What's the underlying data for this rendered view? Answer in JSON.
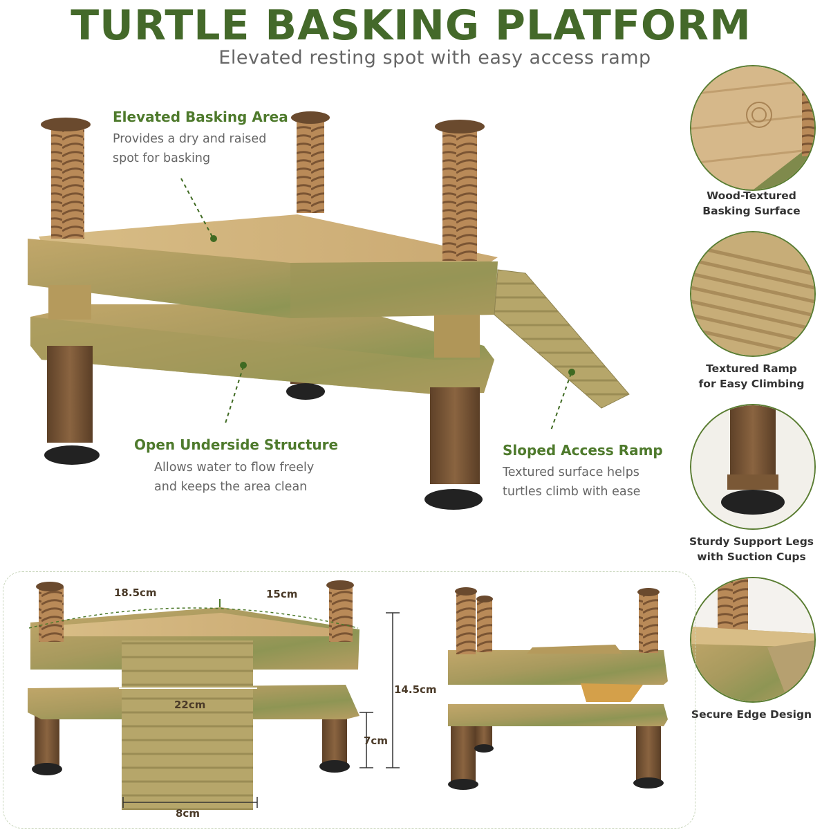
{
  "header": {
    "title": "TURTLE BASKING PLATFORM",
    "subtitle": "Elevated resting spot with easy access ramp"
  },
  "callouts": [
    {
      "title": "Elevated Basking Area",
      "lines": [
        "Provides a dry and raised",
        "spot for basking"
      ]
    },
    {
      "title": "Open Underside Structure",
      "lines": [
        "Allows water to flow freely",
        "and keeps the area clean"
      ]
    },
    {
      "title": "Sloped Access Ramp",
      "lines": [
        "Textured surface helps",
        "turtles climb with ease"
      ]
    }
  ],
  "features": [
    {
      "lines": [
        "Wood-Textured",
        "Basking Surface"
      ],
      "icon": "wood-surface-closeup"
    },
    {
      "lines": [
        "Textured Ramp",
        "for Easy Climbing"
      ],
      "icon": "ramp-texture-closeup"
    },
    {
      "lines": [
        "Sturdy Support Legs",
        "with Suction Cups"
      ],
      "icon": "leg-suction-cup-closeup"
    },
    {
      "lines": [
        "Secure Edge Design"
      ],
      "icon": "edge-closeup"
    }
  ],
  "dimensions": {
    "side_a": "18.5cm",
    "side_b": "15cm",
    "width": "22cm",
    "height_total": "14.5cm",
    "height_lower": "7cm",
    "ramp_width": "8cm"
  },
  "colors": {
    "title_green": "#44692a",
    "accent_green": "#4e7a2c",
    "platform_tan": "#b59a5c",
    "platform_green": "#7c8a4a",
    "leg_brown": "#7a5836",
    "suction_black": "#222222"
  }
}
